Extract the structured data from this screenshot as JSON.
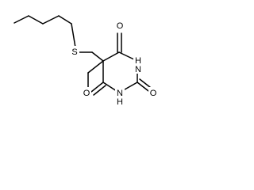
{
  "atoms": {
    "sulfur": "S",
    "oxygen_top": "O",
    "oxygen_right": "O",
    "oxygen_bottom": "O",
    "nh_top": "N",
    "nh_top_h": "H",
    "nh_bottom": "N",
    "nh_bottom_h": "H"
  },
  "colors": {
    "bond": "#000000",
    "text": "#000000",
    "background": "#ffffff"
  }
}
